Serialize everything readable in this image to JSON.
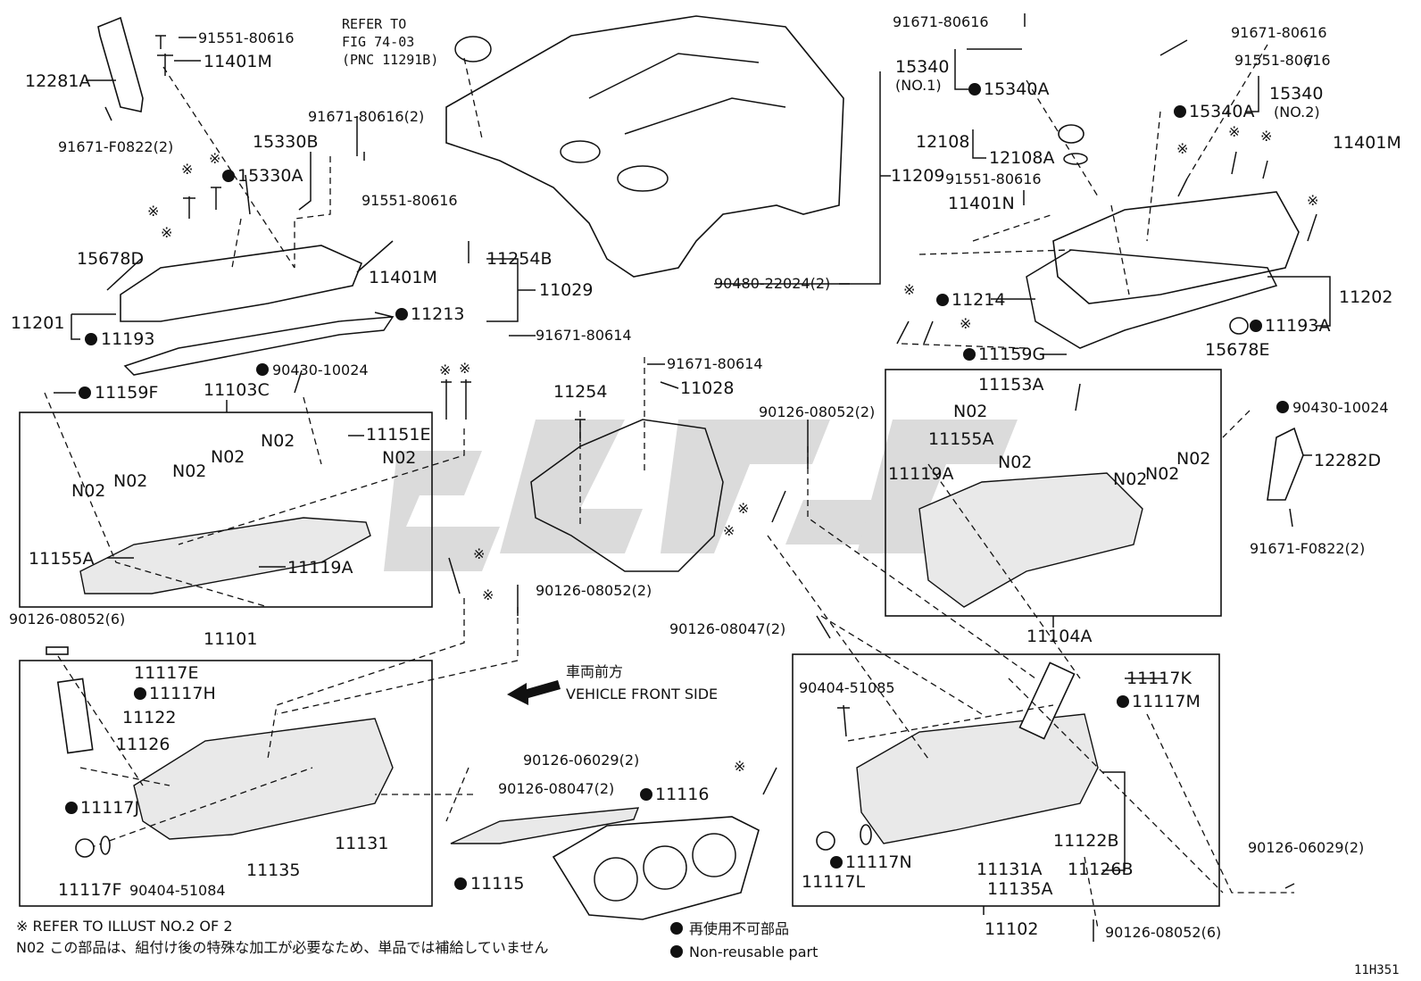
{
  "refer": {
    "line1": "REFER TO",
    "line2": "FIG 74-03",
    "line3": "(PNC 11291B)"
  },
  "labels": {
    "p12281A": "12281A",
    "p91551_80616_a": "91551-80616",
    "p11401M_a": "11401M",
    "p91671_F0822_a": "91671-F0822(2)",
    "p91671_80616_2": "91671-80616(2)",
    "p15330B": "15330B",
    "p15330A": "15330A",
    "p91551_80616_b": "91551-80616",
    "p15678D": "15678D",
    "p11401M_b": "11401M",
    "p11201": "11201",
    "p11193": "11193",
    "p11213": "11213",
    "p90430_a": "90430-10024",
    "p11159F": "11159F",
    "p11103C": "11103C",
    "p11151E": "11151E",
    "p11155A_a": "11155A",
    "p11119A_a": "11119A",
    "p11254B": "11254B",
    "p11029": "11029",
    "p91671_80614_a": "91671-80614",
    "p91671_80614_b": "91671-80614",
    "p11028": "11028",
    "p11254": "11254",
    "p11209": "11209",
    "p90480": "90480-22024(2)",
    "p90126_08052_2a": "90126-08052(2)",
    "p90126_08052_2b": "90126-08052(2)",
    "p90126_08052_6a": "90126-08052(6)",
    "p11101": "11101",
    "p11117E": "11117E",
    "p11117H": "11117H",
    "p11122": "11122",
    "p11126": "11126",
    "p11117J": "11117J",
    "p11117F": "11117F",
    "p90404_51084": "90404-51084",
    "p11135": "11135",
    "p11131": "11131",
    "p90126_06029_a": "90126-06029(2)",
    "p90126_08047_a": "90126-08047(2)",
    "p11116": "11116",
    "p11115": "11115",
    "p91671_80616_c": "91671-80616",
    "p15340_1": "15340",
    "p15340_1n": "(NO.1)",
    "p15340A_1": "15340A",
    "p12108": "12108",
    "p12108A": "12108A",
    "p91551_80616_c": "91551-80616",
    "p11401N": "11401N",
    "p91671_80616_d": "91671-80616",
    "p91551_80616_d": "91551-80616",
    "p15340_2": "15340",
    "p15340A_2": "15340A",
    "p15340_2n": "(NO.2)",
    "p11401M_c": "11401M",
    "p11214": "11214",
    "p11202": "11202",
    "p11193A": "11193A",
    "p11159G": "11159G",
    "p15678E": "15678E",
    "p11153A": "11153A",
    "p11155A_b": "11155A",
    "p11119A_b": "11119A",
    "p90430_b": "90430-10024",
    "p12282D": "12282D",
    "p91671_F0822_b": "91671-F0822(2)",
    "p11104A": "11104A",
    "p90126_08047_b": "90126-08047(2)",
    "p90404_51085": "90404-51085",
    "p11117K": "11117K",
    "p11117M": "11117M",
    "p11122B": "11122B",
    "p11126B": "11126B",
    "p11117N": "11117N",
    "p11117L": "11117L",
    "p11131A": "11131A",
    "p11135A": "11135A",
    "p11102": "11102",
    "p90126_06029_b": "90126-06029(2)",
    "p90126_08052_6b": "90126-08052(6)",
    "n02": "N02"
  },
  "direction": {
    "jp": "車両前方",
    "en": "VEHICLE FRONT SIDE"
  },
  "notes": {
    "refer_illust": "※ REFER TO ILLUST NO.2 OF 2",
    "n02_note": "N02 この部品は、組付け後の特殊な加工が必要なため、単品では補給していません",
    "nonreuse_jp": "再使用不可部品",
    "nonreuse_en": "Non-reusable part"
  },
  "figure_code": "11H351",
  "symbols": {
    "ref_mark": "※",
    "bullet": "●"
  },
  "colors": {
    "ink": "#111111",
    "watermark": "#cfcfcf"
  }
}
